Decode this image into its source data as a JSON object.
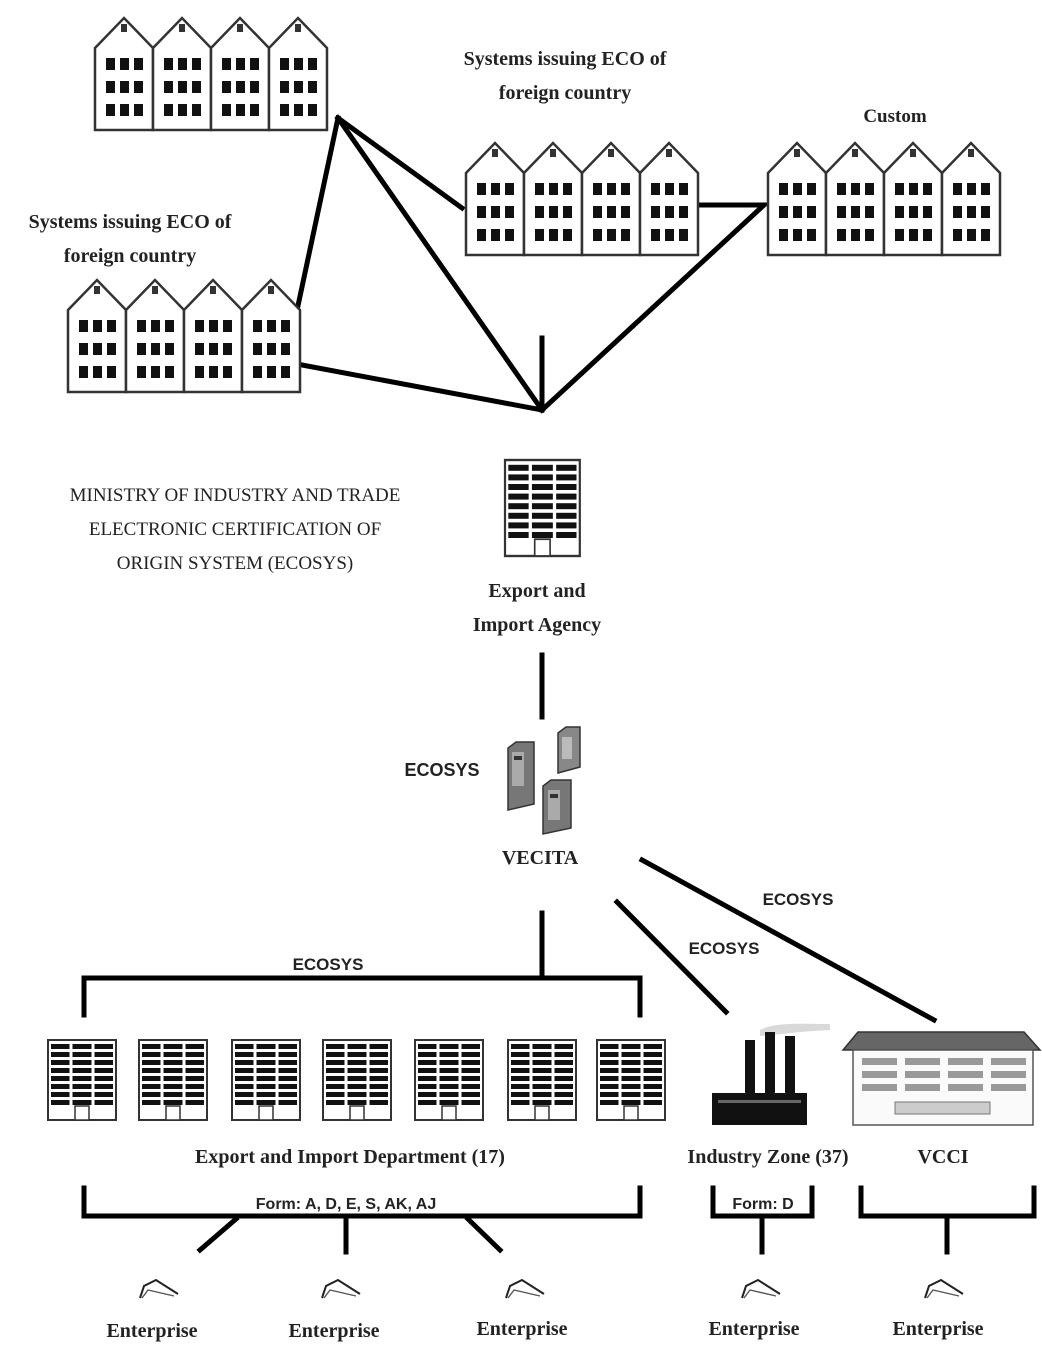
{
  "labels": {
    "foreign_top": [
      "Systems issuing ECO of",
      "foreign country"
    ],
    "foreign_left": [
      "Systems issuing ECO of",
      "foreign country"
    ],
    "custom": "Custom",
    "ministry": [
      "MINISTRY OF INDUSTRY AND TRADE",
      "ELECTRONIC CERTIFICATION OF",
      "ORIGIN SYSTEM (ECOSYS)"
    ],
    "agency": [
      "Export and",
      "Import Agency"
    ],
    "ecosys_server": "ECOSYS",
    "vecita": "VECITA",
    "ecosys_dept": "ECOSYS",
    "ecosys_zone": "ECOSYS",
    "ecosys_vcci": "ECOSYS",
    "department": "Export and Import Department (17)",
    "industry_zone": "Industry Zone (37)",
    "vcci": "VCCI",
    "form_dept": "Form: A, D, E, S, AK, AJ",
    "form_zone": "Form: D",
    "enterprises": [
      "Enterprise",
      "Enterprise",
      "Enterprise",
      "Enterprise",
      "Enterprise"
    ]
  },
  "icons": {
    "townhouse": "townhouse-row-icon",
    "office": "office-building-icon",
    "server": "server-cluster-icon",
    "factory": "factory-icon",
    "vcci_building": "vcci-building-icon",
    "enterprise": "enterprise-roof-icon"
  }
}
